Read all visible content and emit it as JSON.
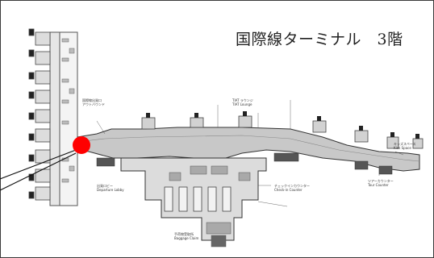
{
  "map": {
    "title": "国際線ターミナル　3階",
    "marker_color": "#ff0000",
    "floor_fill": "#c8c8c8",
    "outline_color": "#333333",
    "labels": [
      "国際線出発口",
      "アウトバウンド",
      "TIAT ラウンジ",
      "TIAT Lounge",
      "チェックインカウンター",
      "Check-in Counter",
      "出発ロビー",
      "Departure Lobby",
      "ツアーカウンター",
      "Tour Counter",
      "手荷物受取所",
      "Baggage Claim",
      "キッズスペース",
      "Kids Space"
    ]
  }
}
